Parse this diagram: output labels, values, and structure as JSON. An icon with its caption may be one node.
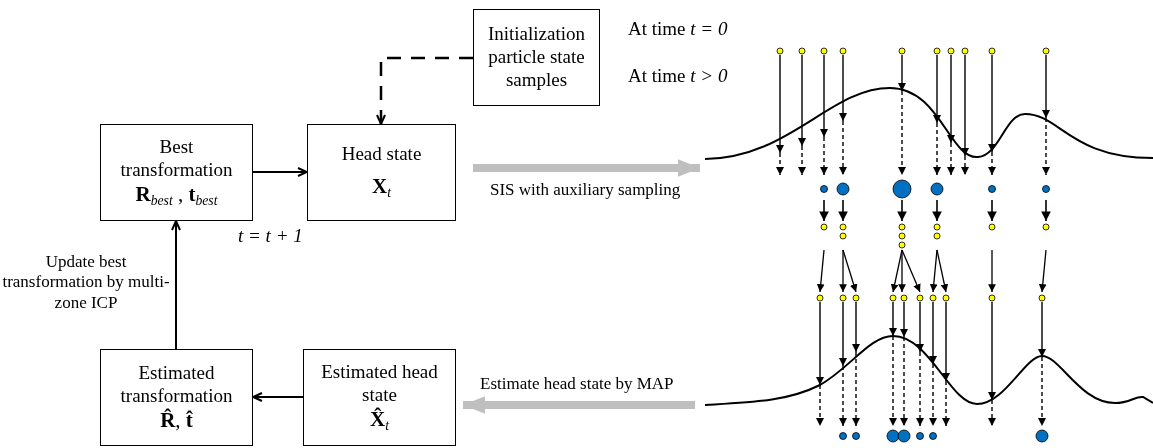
{
  "diagram": {
    "nodes": [
      {
        "text": [
          "Initialization particle state samples"
        ]
      },
      {
        "text": [
          "Best transformation",
          "**R**$_{best}$ , **t**$_{best}$"
        ]
      },
      {
        "text": [
          "Head state",
          "**X**$_{t}$"
        ]
      },
      {
        "text": [
          "Estimated transformation",
          "**R̂**, **t̂**"
        ]
      },
      {
        "text": [
          "Estimated head state",
          "**X̂**$_{t}$"
        ]
      },
      {
        "text": [],
        "shape": "picture"
      }
    ],
    "edges": [
      {
        "from": 0,
        "to": 2,
        "arrow": "to",
        "style": "dashed"
      },
      {
        "from": 1,
        "to": 2,
        "arrow": "to"
      },
      {
        "from": 2,
        "to": 5,
        "arrow": "to",
        "style": "thick",
        "color": "#bfbfbf",
        "label": "SIS with auxiliary sampling"
      },
      {
        "from": 5,
        "to": 4,
        "arrow": "to",
        "style": "thick",
        "color": "#bfbfbf",
        "label": "Estimate head state by MAP"
      },
      {
        "from": 4,
        "to": 3,
        "arrow": "to"
      },
      {
        "from": 3,
        "to": 1,
        "arrow": "to",
        "label": "Update best transformation by multi-zone ICP"
      }
    ],
    "labels": [
      "At time *t = 0*",
      "At time *t > 0*",
      "t = t + 1"
    ]
  }
}
